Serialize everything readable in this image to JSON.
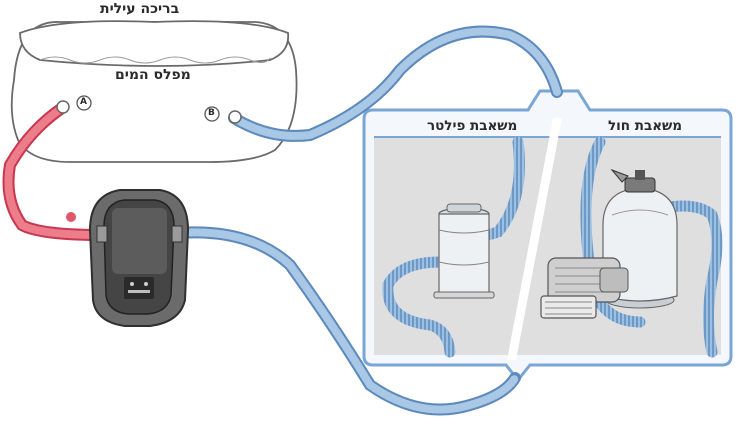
{
  "labels": {
    "pool_title": "בריכה עילית",
    "water_level": "מפלס המים",
    "port_a": "A",
    "port_b": "B",
    "filter_pump": "משאבת פילטר",
    "sand_pump": "משאבת חול"
  },
  "colors": {
    "hose_hot": "#e0566a",
    "hose_cold": "#8fb4d9",
    "panel_border": "#7aa6d6",
    "panel_fill": "#e6ecf3",
    "device_dark": "#3a3a3a"
  }
}
